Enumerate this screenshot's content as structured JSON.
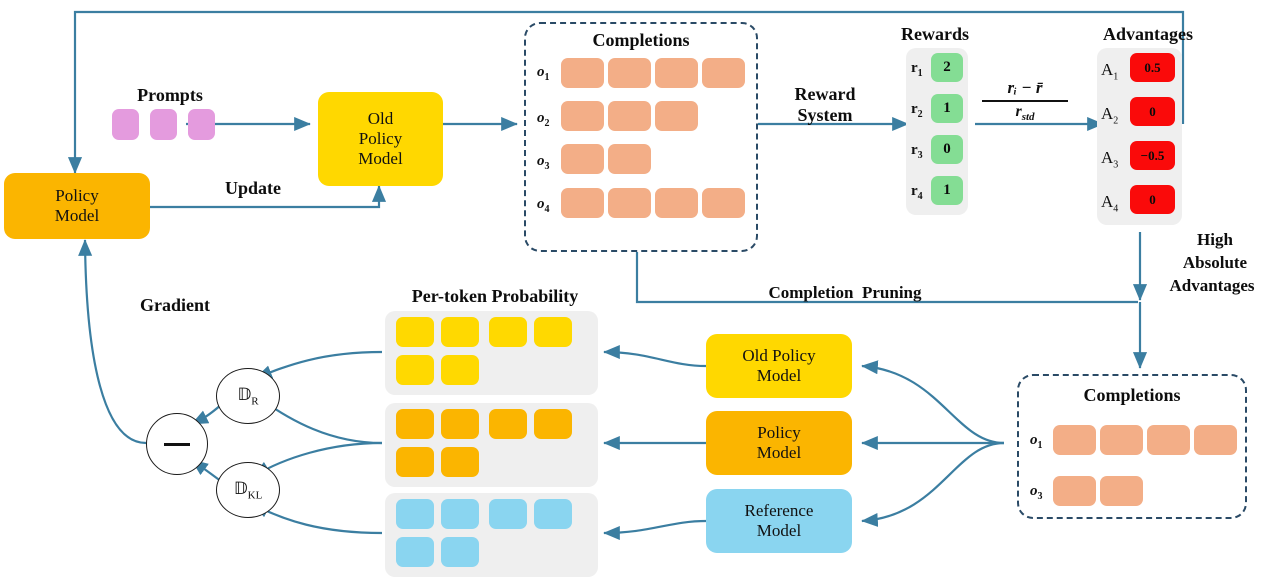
{
  "diagram": {
    "title": "GRPO with Completion Pruning",
    "colors": {
      "wire": "#3b7ea1",
      "policy_model": "#FBB500",
      "old_policy_model": "#FFD800",
      "reference_model": "#8AD5F0",
      "completion_cell": "#F3AE87",
      "prompt_cell": "#E49BDE",
      "reward_cell": "#84DD94",
      "advantage_cell": "#FA0A0A",
      "strip_bg": "#EFEFEF",
      "dashed_border": "#2a4a66",
      "text": "#0d0d0d"
    }
  },
  "labels": {
    "prompts": "Prompts",
    "update": "Update",
    "reward_system_line1": "Reward",
    "reward_system_line2": "System",
    "rewards": "Rewards",
    "advantages": "Advantages",
    "completions_top": "Completions",
    "completions_bottom": "Completions",
    "high_abs_adv_l1": "High",
    "high_abs_adv_l2": "Absolute",
    "high_abs_adv_l3": "Advantages",
    "completion_pruning": "Completion  Pruning",
    "per_token_probability": "Per-token Probability",
    "gradient": "Gradient"
  },
  "boxes": {
    "policy_model_left": "Policy\nModel",
    "old_policy_model_top": "Old\nPolicy\nModel",
    "old_policy_model_bottom": "Old Policy\nModel",
    "policy_model_bottom": "Policy\nModel",
    "reference_model": "Reference\nModel"
  },
  "formula": {
    "numerator": "rᵢ − r̄",
    "denominator": "r",
    "denominator_sub": "std"
  },
  "prompts": {
    "count": 3
  },
  "completions_top": {
    "rows": [
      {
        "label": "o",
        "index": "1",
        "cells": 4
      },
      {
        "label": "o",
        "index": "2",
        "cells": 3
      },
      {
        "label": "o",
        "index": "3",
        "cells": 2
      },
      {
        "label": "o",
        "index": "4",
        "cells": 4
      }
    ]
  },
  "completions_bottom": {
    "rows": [
      {
        "label": "o",
        "index": "1",
        "cells": 4
      },
      {
        "label": "o",
        "index": "3",
        "cells": 2
      }
    ]
  },
  "rewards": {
    "items": [
      {
        "label": "r",
        "index": "1",
        "value": "2"
      },
      {
        "label": "r",
        "index": "2",
        "value": "1"
      },
      {
        "label": "r",
        "index": "3",
        "value": "0"
      },
      {
        "label": "r",
        "index": "4",
        "value": "1"
      }
    ]
  },
  "advantages": {
    "items": [
      {
        "label": "A",
        "index": "1",
        "value": "0.5"
      },
      {
        "label": "A",
        "index": "2",
        "value": "0"
      },
      {
        "label": "A",
        "index": "3",
        "value": "−0.5"
      },
      {
        "label": "A",
        "index": "4",
        "value": "0"
      }
    ]
  },
  "per_token_probability": {
    "grids": [
      {
        "name": "old-policy",
        "color": "yellowA",
        "top_cells": 4,
        "bottom_cells": 2
      },
      {
        "name": "policy",
        "color": "orangeA",
        "top_cells": 4,
        "bottom_cells": 2
      },
      {
        "name": "reference",
        "color": "blueA",
        "top_cells": 4,
        "bottom_cells": 2
      }
    ]
  },
  "gradient_ops": {
    "minus": "−",
    "d_r": "𝔻",
    "d_r_sub": "R",
    "d_kl": "𝔻",
    "d_kl_sub": "KL"
  }
}
